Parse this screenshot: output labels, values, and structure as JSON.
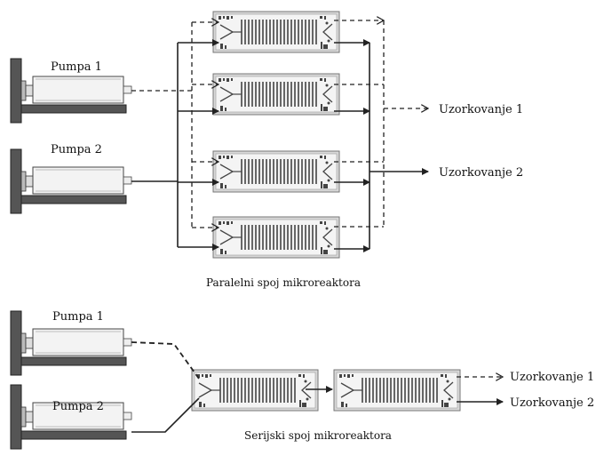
{
  "parallel": {
    "pump1_label": "Pumpa 1",
    "pump2_label": "Pumpa 2",
    "output1_label": "Uzorkovanje 1",
    "output2_label": "Uzorkovanje 2",
    "caption": "Paralelni spoj mikroreaktora"
  },
  "serial": {
    "pump1_label": "Pumpa 1",
    "pump2_label": "Pumpa 2",
    "output1_label": "Uzorkovanje 1",
    "output2_label": "Uzorkovanje 2",
    "caption": "Serijski spoj mikroreaktora"
  },
  "colors": {
    "line": "#222222",
    "pump_body": "#f3f3f3",
    "pump_base": "#555555",
    "reactor_frame": "#d8d8d8",
    "reactor_fill": "#f4f4f4"
  }
}
